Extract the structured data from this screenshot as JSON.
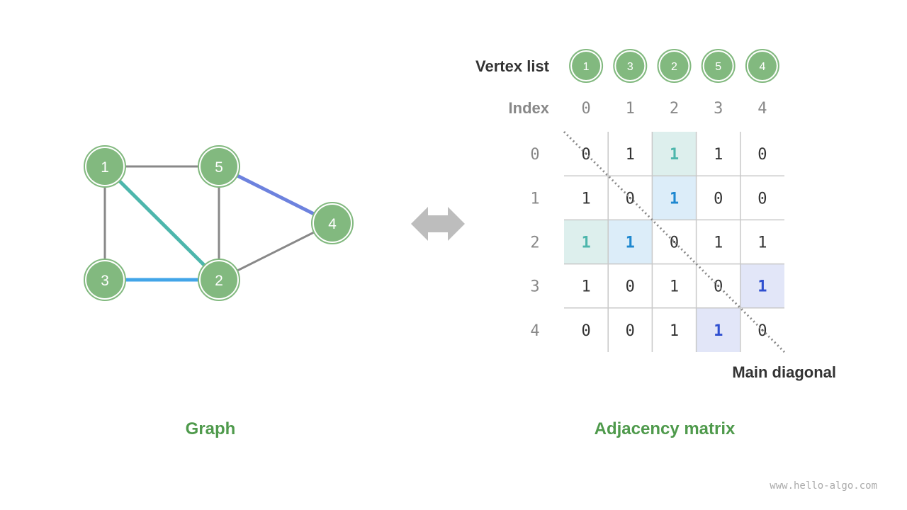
{
  "graph": {
    "caption": "Graph",
    "vertices": [
      "1",
      "5",
      "4",
      "3",
      "2"
    ],
    "edges": [
      {
        "from": "1",
        "to": "5",
        "color": "#888888"
      },
      {
        "from": "1",
        "to": "3",
        "color": "#888888"
      },
      {
        "from": "5",
        "to": "2",
        "color": "#888888"
      },
      {
        "from": "2",
        "to": "4",
        "color": "#888888"
      },
      {
        "from": "1",
        "to": "2",
        "color": "#4db6ac"
      },
      {
        "from": "3",
        "to": "2",
        "color": "#42a5e8"
      },
      {
        "from": "5",
        "to": "4",
        "color": "#6d82de"
      }
    ]
  },
  "matrix": {
    "caption": "Adjacency matrix",
    "vertex_list_label": "Vertex list",
    "vertex_list": [
      "1",
      "3",
      "2",
      "5",
      "4"
    ],
    "index_label": "Index",
    "indices": [
      "0",
      "1",
      "2",
      "3",
      "4"
    ],
    "rows": [
      [
        "0",
        "1",
        "1",
        "1",
        "0"
      ],
      [
        "1",
        "0",
        "1",
        "0",
        "0"
      ],
      [
        "1",
        "1",
        "0",
        "1",
        "1"
      ],
      [
        "1",
        "0",
        "1",
        "0",
        "1"
      ],
      [
        "0",
        "0",
        "1",
        "1",
        "0"
      ]
    ],
    "highlights": [
      {
        "row": 0,
        "col": 2,
        "bg": "#ddefed",
        "fg": "#4db6ac"
      },
      {
        "row": 2,
        "col": 0,
        "bg": "#ddefed",
        "fg": "#4db6ac"
      },
      {
        "row": 1,
        "col": 2,
        "bg": "#dcedf9",
        "fg": "#1e88d0"
      },
      {
        "row": 2,
        "col": 1,
        "bg": "#dcedf9",
        "fg": "#1e88d0"
      },
      {
        "row": 3,
        "col": 4,
        "bg": "#e2e6f8",
        "fg": "#2f4fd0"
      },
      {
        "row": 4,
        "col": 3,
        "bg": "#e2e6f8",
        "fg": "#2f4fd0"
      }
    ],
    "diagonal_label": "Main diagonal"
  },
  "watermark": "www.hello-algo.com",
  "colors": {
    "node": "#82b97f",
    "caption": "#4f9a4c"
  }
}
